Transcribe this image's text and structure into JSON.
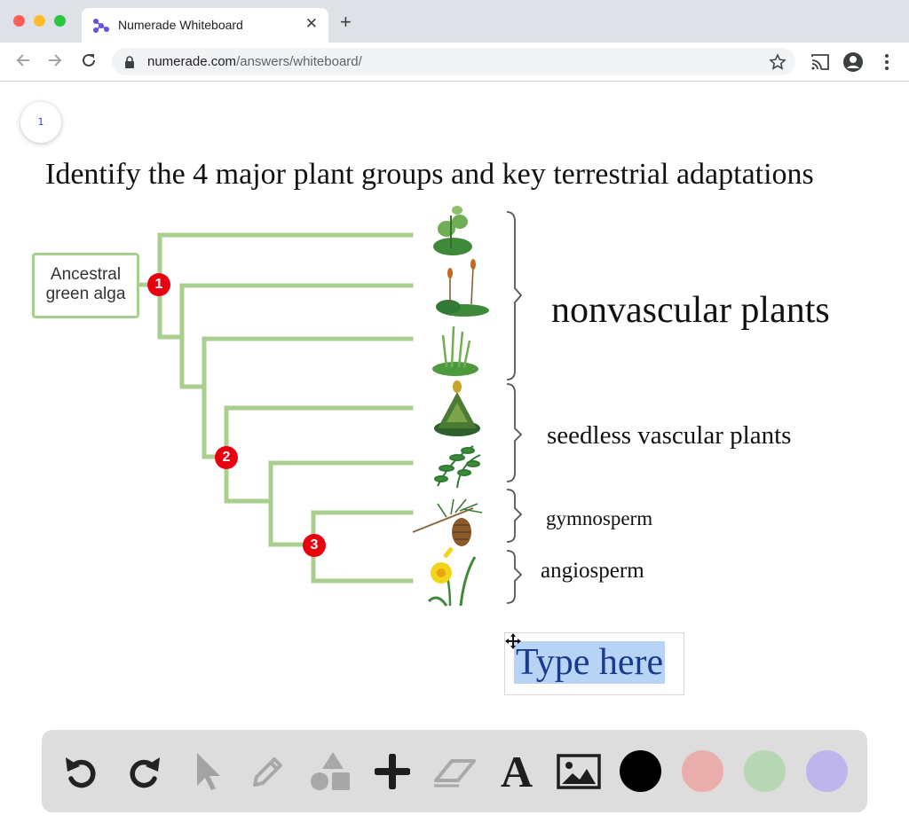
{
  "browser": {
    "tab_title": "Numerade Whiteboard",
    "tab_close": "✕",
    "new_tab": "+",
    "url_domain": "numerade.com",
    "url_path": "/answers/whiteboard/"
  },
  "page": {
    "page_number": "1",
    "heading": "Identify the 4 major plant groups and key terrestrial adaptations"
  },
  "diagram": {
    "root_label_line1": "Ancestral",
    "root_label_line2": "green alga",
    "nodes": [
      "1",
      "2",
      "3"
    ],
    "groups": {
      "nonvascular": "nonvascular plants",
      "seedless_vascular": "seedless vascular plants",
      "gymnosperm": "gymnosperm",
      "angiosperm": "angiosperm"
    }
  },
  "text_box": {
    "placeholder_text": "Type here"
  },
  "whiteboard_toolbar": {
    "tools": [
      "undo-icon",
      "redo-icon",
      "select-icon",
      "pen-icon",
      "shapes-icon",
      "add-icon",
      "eraser-icon",
      "text-icon",
      "image-icon"
    ],
    "text_tool_glyph": "A",
    "colors": [
      "#000000",
      "#e9aeac",
      "#b7d6b3",
      "#bdb5ec"
    ]
  },
  "colors": {
    "branch": "#a9cf8f",
    "node": "#e8000f"
  }
}
